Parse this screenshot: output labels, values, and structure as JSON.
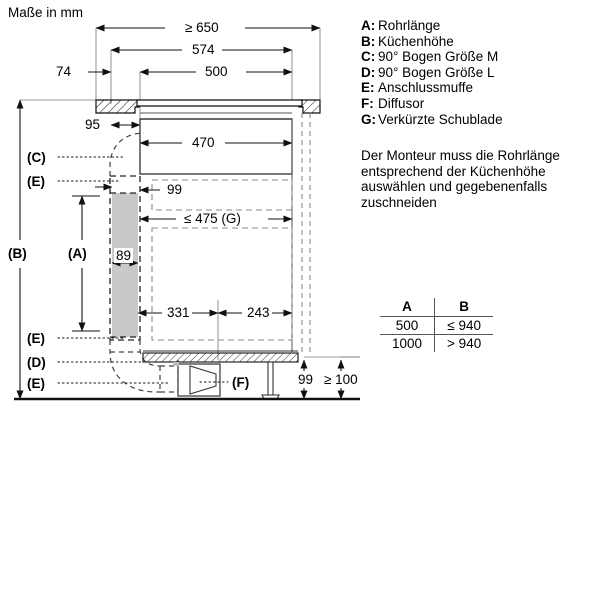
{
  "title": "Maße in mm",
  "legend": {
    "items": [
      {
        "key": "A:",
        "value": "Rohrlänge"
      },
      {
        "key": "B:",
        "value": "Küchenhöhe"
      },
      {
        "key": "C:",
        "value": "90° Bogen Größe M"
      },
      {
        "key": "D:",
        "value": "90° Bogen Größe L"
      },
      {
        "key": "E:",
        "value": "Anschlussmuffe"
      },
      {
        "key": "F:",
        "value": "Diffusor"
      },
      {
        "key": "G:",
        "value": "Verkürzte Schublade"
      }
    ]
  },
  "note": "Der Monteur muss die Rohrlänge\nentsprechend der Küchenhöhe\nauswählen und gegebenenfalls\nzuschneiden",
  "table": {
    "headers": [
      "A",
      "B"
    ],
    "rows": [
      [
        "500",
        "≤ 940"
      ],
      [
        "1000",
        "> 940"
      ]
    ]
  },
  "drawing": {
    "dimensions": {
      "overall_width": "≥ 650",
      "cutout_width": "574",
      "inner_width": "500",
      "left_offset": "74",
      "top_offset": "95",
      "drawer_width": "470",
      "duct_offset": "99",
      "short_drawer": "≤ 475 (G)",
      "duct_depth": "89",
      "dim_331": "331",
      "dim_243": "243",
      "floor_gap": "99",
      "min_clearance": "≥ 100"
    },
    "callouts": {
      "b": "(B)",
      "a": "(A)",
      "c": "(C)",
      "e1": "(E)",
      "e2": "(E)",
      "d": "(D)",
      "e3": "(E)",
      "f": "(F)"
    }
  },
  "colors": {
    "line": "#1a1a1a",
    "thin": "#555555",
    "fill_grey": "#c8c8c8",
    "dash": "#6e6e6e",
    "background": "#ffffff"
  }
}
